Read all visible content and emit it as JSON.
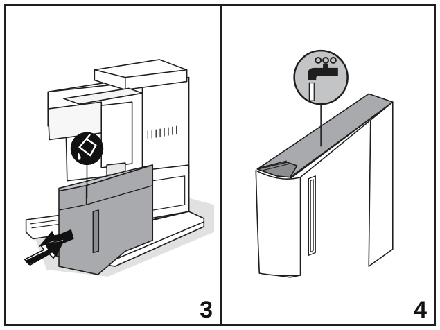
{
  "steps": [
    {
      "number": "3",
      "icon": "water-tank-pour-icon",
      "action": "remove-water-tank"
    },
    {
      "number": "4",
      "icon": "water-tap-icon",
      "action": "fill-water-tank"
    }
  ],
  "colors": {
    "outline": "#1e1e1e",
    "tank_grey": "#a9aaad",
    "tank_dark": "#8d8e92",
    "shadow": "#d4d4d4",
    "icon_black": "#111111",
    "icon_grey": "#c3c4c6"
  }
}
